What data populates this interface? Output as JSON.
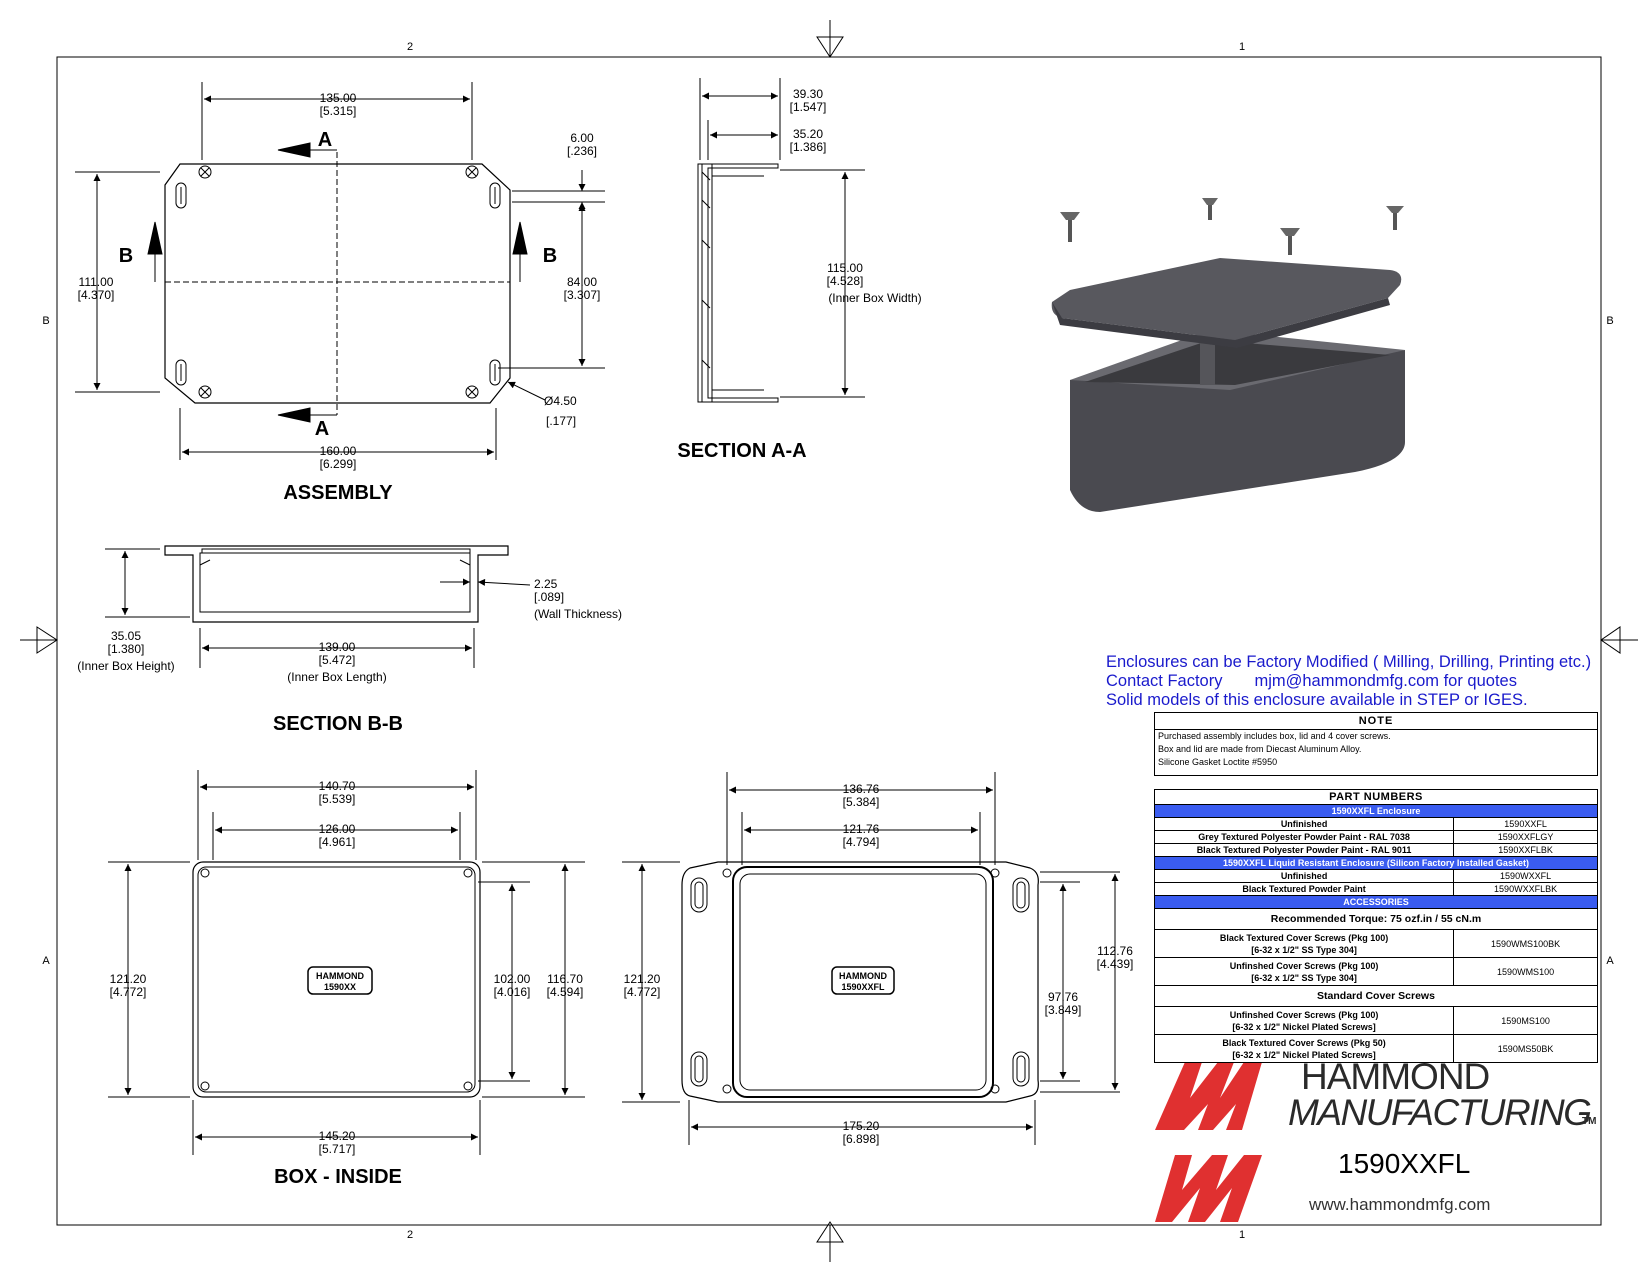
{
  "grid": {
    "top_left": "2",
    "top_right": "1",
    "bottom_left": "2",
    "bottom_right": "1",
    "left_upper": "B",
    "left_lower": "A",
    "right_upper": "B",
    "right_lower": "A"
  },
  "views": {
    "assembly": {
      "title": "ASSEMBLY",
      "section_a": "A",
      "section_b": "B",
      "dims": {
        "top_len": "135.00",
        "top_len_in": "[5.315]",
        "height": "111.00",
        "height_in": "[4.370]",
        "small": "6.00",
        "small_in": "[.236]",
        "mid_h": "84.00",
        "mid_h_in": "[3.307]",
        "bottom_len": "160.00",
        "bottom_len_in": "[6.299]",
        "hole": "Ø4.50",
        "hole_in": "[.177]"
      }
    },
    "section_aa": {
      "title": "SECTION A-A",
      "dims": {
        "outer": "39.30",
        "outer_in": "[1.547]",
        "inner": "35.20",
        "inner_in": "[1.386]",
        "width": "115.00",
        "width_in": "[4.528]",
        "width_note": "(Inner Box Width)"
      }
    },
    "section_bb": {
      "title": "SECTION B-B",
      "dims": {
        "height": "35.05",
        "height_in": "[1.380]",
        "height_note": "(Inner Box Height)",
        "length": "139.00",
        "length_in": "[5.472]",
        "length_note": "(Inner Box Length)",
        "wall": "2.25",
        "wall_in": "[.089]",
        "wall_note": "(Wall Thickness)"
      }
    },
    "box_inside": {
      "title": "BOX - INSIDE",
      "badge_line1": "HAMMOND",
      "badge_line2": "1590XX",
      "dims": {
        "outer_w": "140.70",
        "outer_w_in": "[5.539]",
        "inner_w": "126.00",
        "inner_w_in": "[4.961]",
        "height": "121.20",
        "height_in": "[4.772]",
        "mid_h": "102.00",
        "mid_h_in": "[4.016]",
        "outer_h": "116.70",
        "outer_h_in": "[4.594]",
        "bottom_w": "145.20",
        "bottom_w_in": "[5.717]"
      }
    },
    "box_outside": {
      "badge_line1": "HAMMOND",
      "badge_line2": "1590XXFL",
      "dims": {
        "top_w": "136.76",
        "top_w_in": "[5.384]",
        "inner_w": "121.76",
        "inner_w_in": "[4.794]",
        "height": "121.20",
        "height_in": "[4.772]",
        "mid_h": "97.76",
        "mid_h_in": "[3.849]",
        "outer_h": "112.76",
        "outer_h_in": "[4.439]",
        "bottom_w": "175.20",
        "bottom_w_in": "[6.898]"
      }
    }
  },
  "factory_note": {
    "line1": "Enclosures can be Factory Modified ( Milling, Drilling, Printing etc.)",
    "line2_label": "Contact Factory",
    "line2_email": "mjm@hammondmfg.com for quotes",
    "line3": "Solid models of this enclosure available in STEP or IGES."
  },
  "note": {
    "header": "NOTE",
    "lines": [
      "Purchased assembly includes box, lid and 4 cover screws.",
      "Box and lid are made from Diecast Aluminum Alloy.",
      "Silicone Gasket Loctite #5950"
    ]
  },
  "part_numbers": {
    "header": "PART NUMBERS",
    "enclosure_header": "1590XXFL Enclosure",
    "enclosure": [
      {
        "desc": "Unfinished",
        "pn": "1590XXFL"
      },
      {
        "desc": "Grey Textured Polyester Powder Paint - RAL 7038",
        "pn": "1590XXFLGY"
      },
      {
        "desc": "Black Textured Polyester Powder Paint - RAL 9011",
        "pn": "1590XXFLBK"
      }
    ],
    "liquid_header": "1590XXFL Liquid Resistant Enclosure (Silicon Factory Installed Gasket)",
    "liquid": [
      {
        "desc": "Unfinished",
        "pn": "1590WXXFL"
      },
      {
        "desc": "Black Textured Powder Paint",
        "pn": "1590WXXFLBK"
      }
    ],
    "accessories_header": "ACCESSORIES",
    "torque": "Recommended Torque: 75 ozf.in / 55 cN.m",
    "ss_screws": [
      {
        "desc1": "Black Textured Cover Screws (Pkg 100)",
        "desc2": "[6-32 x 1/2\" SS Type 304]",
        "pn": "1590WMS100BK"
      },
      {
        "desc1": "Unfinshed Cover Screws (Pkg 100)",
        "desc2": "[6-32 x 1/2\" SS Type 304]",
        "pn": "1590WMS100"
      }
    ],
    "standard_header": "Standard Cover Screws",
    "std_screws": [
      {
        "desc1": "Unfinshed Cover Screws (Pkg 100)",
        "desc2": "[6-32 x 1/2\" Nickel Plated Screws]",
        "pn": "1590MS100"
      },
      {
        "desc1": "Black Textured Cover Screws (Pkg 50)",
        "desc2": "[6-32 x 1/2\" Nickel Plated Screws]",
        "pn": "1590MS50BK"
      }
    ]
  },
  "branding": {
    "company_line1": "HAMMOND",
    "company_line2": "MANUFACTURING",
    "tm": "TM",
    "model": "1590XXFL",
    "website": "www.hammondmfg.com",
    "logo_color": "#e03030"
  }
}
